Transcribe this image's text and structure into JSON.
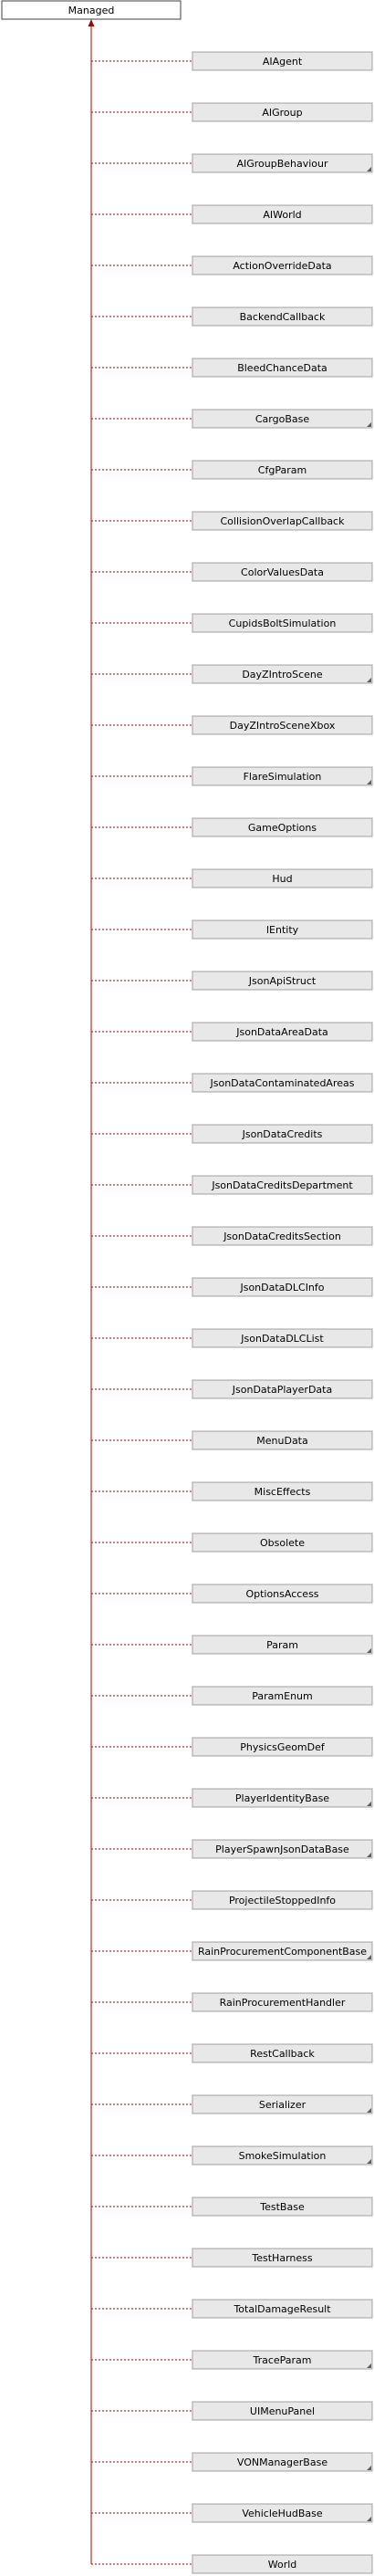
{
  "root": {
    "label": "Managed"
  },
  "nodes": [
    {
      "label": "AIAgent",
      "has_children": false
    },
    {
      "label": "AIGroup",
      "has_children": false
    },
    {
      "label": "AIGroupBehaviour",
      "has_children": true
    },
    {
      "label": "AIWorld",
      "has_children": false
    },
    {
      "label": "ActionOverrideData",
      "has_children": false
    },
    {
      "label": "BackendCallback",
      "has_children": false
    },
    {
      "label": "BleedChanceData",
      "has_children": false
    },
    {
      "label": "CargoBase",
      "has_children": true
    },
    {
      "label": "CfgParam",
      "has_children": false
    },
    {
      "label": "CollisionOverlapCallback",
      "has_children": false
    },
    {
      "label": "ColorValuesData",
      "has_children": false
    },
    {
      "label": "CupidsBoltSimulation",
      "has_children": false
    },
    {
      "label": "DayZIntroScene",
      "has_children": true
    },
    {
      "label": "DayZIntroSceneXbox",
      "has_children": false
    },
    {
      "label": "FlareSimulation",
      "has_children": true
    },
    {
      "label": "GameOptions",
      "has_children": false
    },
    {
      "label": "Hud",
      "has_children": false
    },
    {
      "label": "IEntity",
      "has_children": false
    },
    {
      "label": "JsonApiStruct",
      "has_children": false
    },
    {
      "label": "JsonDataAreaData",
      "has_children": false
    },
    {
      "label": "JsonDataContaminatedAreas",
      "has_children": false
    },
    {
      "label": "JsonDataCredits",
      "has_children": false
    },
    {
      "label": "JsonDataCreditsDepartment",
      "has_children": false
    },
    {
      "label": "JsonDataCreditsSection",
      "has_children": false
    },
    {
      "label": "JsonDataDLCInfo",
      "has_children": false
    },
    {
      "label": "JsonDataDLCList",
      "has_children": false
    },
    {
      "label": "JsonDataPlayerData",
      "has_children": false
    },
    {
      "label": "MenuData",
      "has_children": false
    },
    {
      "label": "MiscEffects",
      "has_children": false
    },
    {
      "label": "Obsolete",
      "has_children": false
    },
    {
      "label": "OptionsAccess",
      "has_children": false
    },
    {
      "label": "Param",
      "has_children": true
    },
    {
      "label": "ParamEnum",
      "has_children": false
    },
    {
      "label": "PhysicsGeomDef",
      "has_children": false
    },
    {
      "label": "PlayerIdentityBase",
      "has_children": true
    },
    {
      "label": "PlayerSpawnJsonDataBase",
      "has_children": true
    },
    {
      "label": "ProjectileStoppedInfo",
      "has_children": false
    },
    {
      "label": "RainProcurementComponentBase",
      "has_children": true
    },
    {
      "label": "RainProcurementHandler",
      "has_children": false
    },
    {
      "label": "RestCallback",
      "has_children": false
    },
    {
      "label": "Serializer",
      "has_children": true
    },
    {
      "label": "SmokeSimulation",
      "has_children": true
    },
    {
      "label": "TestBase",
      "has_children": false
    },
    {
      "label": "TestHarness",
      "has_children": false
    },
    {
      "label": "TotalDamageResult",
      "has_children": false
    },
    {
      "label": "TraceParam",
      "has_children": true
    },
    {
      "label": "UIMenuPanel",
      "has_children": false
    },
    {
      "label": "VONManagerBase",
      "has_children": true
    },
    {
      "label": "VehicleHudBase",
      "has_children": true
    },
    {
      "label": "World",
      "has_children": false
    }
  ],
  "colors": {
    "edge": "#9a0a0a",
    "node_fill": "#e8e8e8",
    "node_border": "#a0a0a0",
    "root_border": "#404040"
  }
}
